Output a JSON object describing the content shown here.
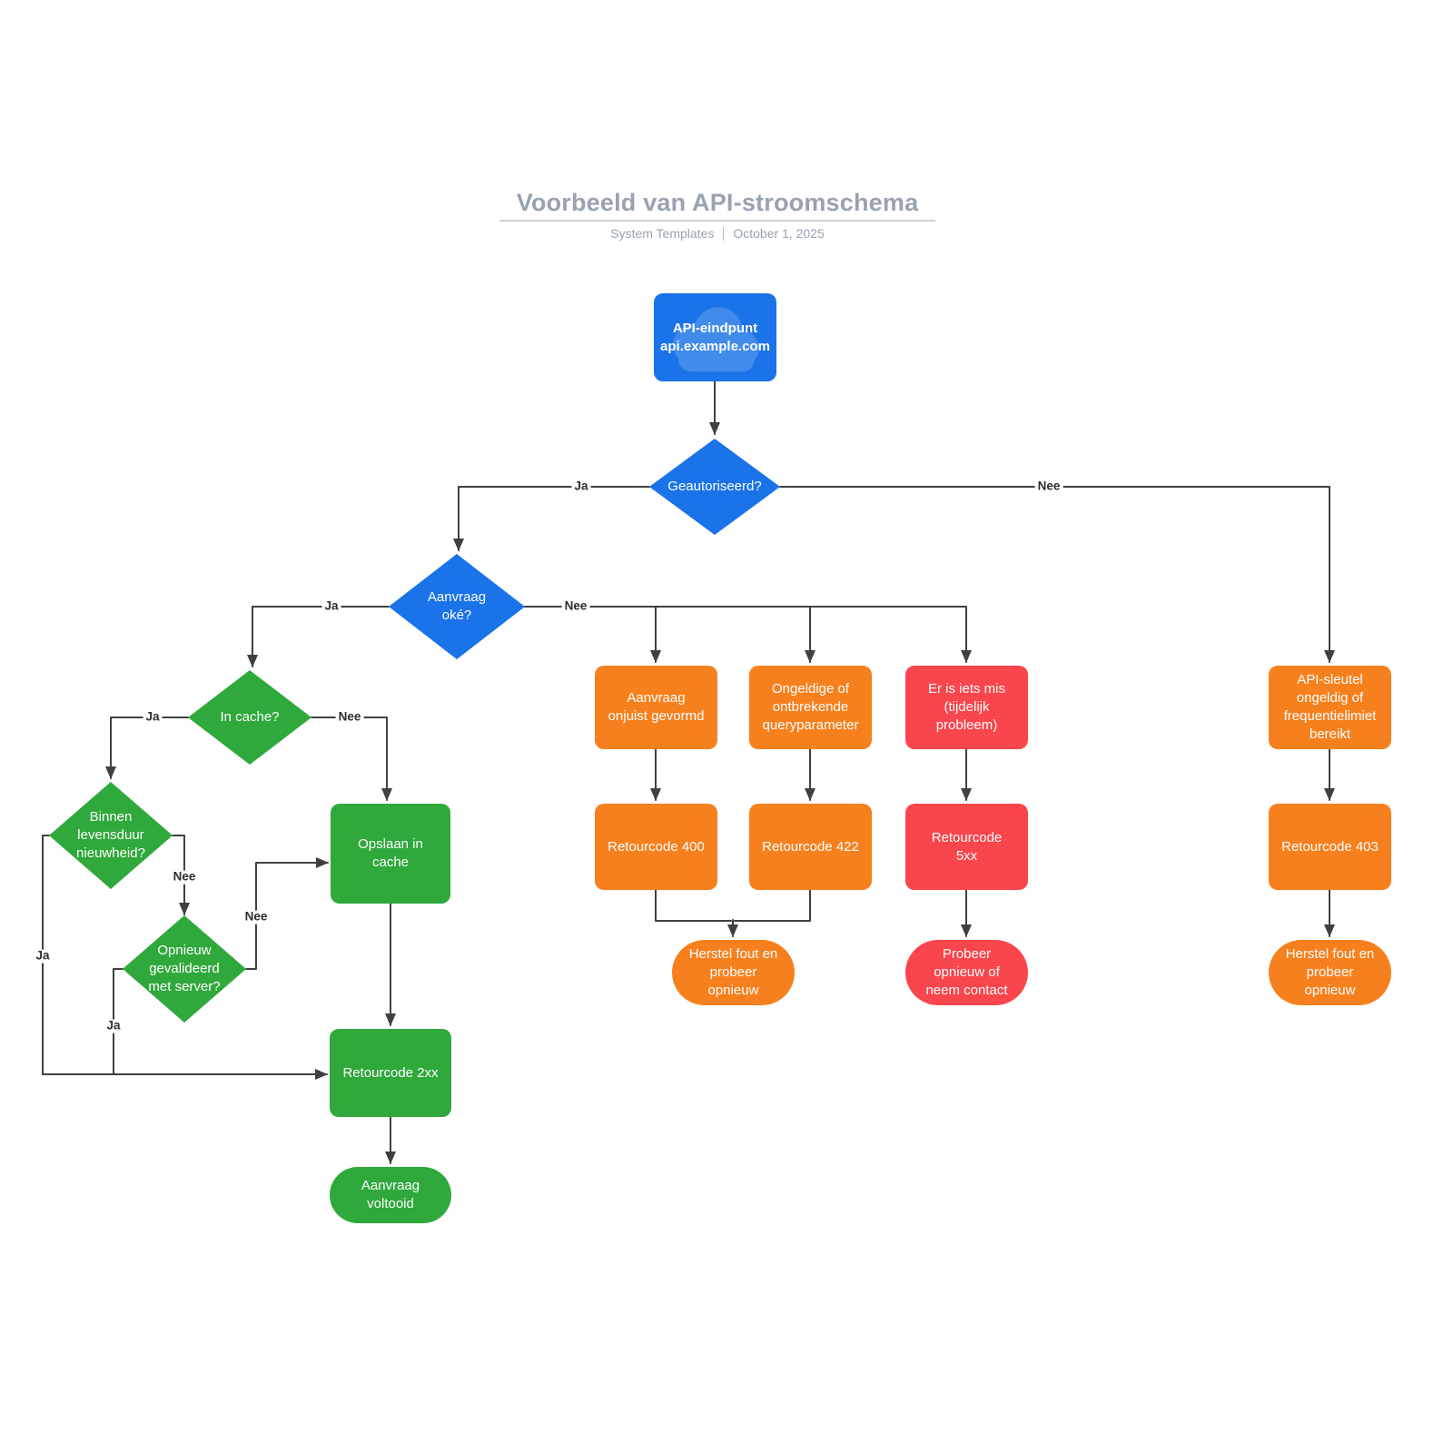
{
  "header": {
    "title": "Voorbeeld van API-stroomschema",
    "byline": "System Templates",
    "date": "October 1, 2025"
  },
  "colors": {
    "blue": "#1a73e8",
    "green": "#2fa83c",
    "orange": "#f7801e",
    "red": "#f9454c",
    "line": "#404040",
    "heading_gray": "#98a2b1"
  },
  "nodes": {
    "endpoint": {
      "label": "API-eindpunt\napi.example.com"
    },
    "authorized": {
      "label": "Geautoriseerd?"
    },
    "request_ok": {
      "label": "Aanvraag\noké?"
    },
    "in_cache": {
      "label": "In cache?"
    },
    "freshness": {
      "label": "Binnen\nlevensduur\nnieuwheid?"
    },
    "revalidate": {
      "label": "Opnieuw\ngevalideerd\nmet server?"
    },
    "store_cache": {
      "label": "Opslaan in\ncache"
    },
    "code_2xx": {
      "label": "Retourcode 2xx"
    },
    "done": {
      "label": "Aanvraag\nvoltooid"
    },
    "malformed": {
      "label": "Aanvraag\nonjuist gevormd"
    },
    "code_400": {
      "label": "Retourcode 400"
    },
    "invalid_query": {
      "label": "Ongeldige of\nontbrekende\nqueryparameter"
    },
    "code_422": {
      "label": "Retourcode 422"
    },
    "server_issue": {
      "label": "Er is iets mis\n(tijdelijk\nprobleem)"
    },
    "code_5xx": {
      "label": "Retourcode\n5xx"
    },
    "contact": {
      "label": "Probeer\nopnieuw of\nneem contact"
    },
    "api_key": {
      "label": "API-sleutel\nongeldig of\nfrequentielimiet\nbereikt"
    },
    "code_403": {
      "label": "Retourcode 403"
    },
    "fix_retry_mid": {
      "label": "Herstel fout en\nprobeer\nopnieuw"
    },
    "fix_retry_right": {
      "label": "Herstel fout en\nprobeer\nopnieuw"
    }
  },
  "edge_labels": {
    "authorized_yes": "Ja",
    "authorized_no": "Nee",
    "request_yes": "Ja",
    "request_no": "Nee",
    "cache_yes": "Ja",
    "cache_no": "Nee",
    "freshness_yes": "Ja",
    "freshness_no": "Nee",
    "revalidate_yes": "Ja",
    "revalidate_no": "Nee"
  }
}
